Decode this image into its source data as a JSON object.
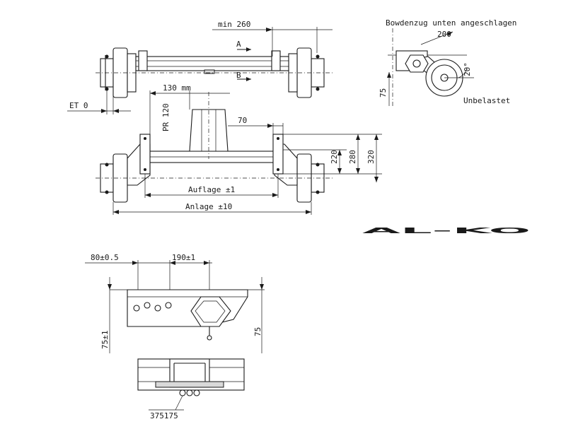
{
  "dimensions": {
    "min_260": "min 260",
    "section_a": "A",
    "section_b": "B",
    "et_0": "ET 0",
    "d_130mm": "130 mm",
    "pr_120": "PR 120",
    "d_70": "70",
    "d_220": "220",
    "d_280": "280",
    "d_320": "320",
    "auflage": "Auflage ±1",
    "anlage": "Anlage ±10",
    "d_80": "80±0.5",
    "d_190": "190±1",
    "d_75_left": "75±1",
    "d_75_right": "75",
    "part_no": "375175"
  },
  "side_view": {
    "cable_note": "Bowdenzug unten angeschlagen",
    "d_200": "200",
    "d_20deg": "20°",
    "d_75": "75",
    "unloaded": "Unbelastet"
  },
  "logo": {
    "text": "AL-KO",
    "color": "#e3141b"
  }
}
